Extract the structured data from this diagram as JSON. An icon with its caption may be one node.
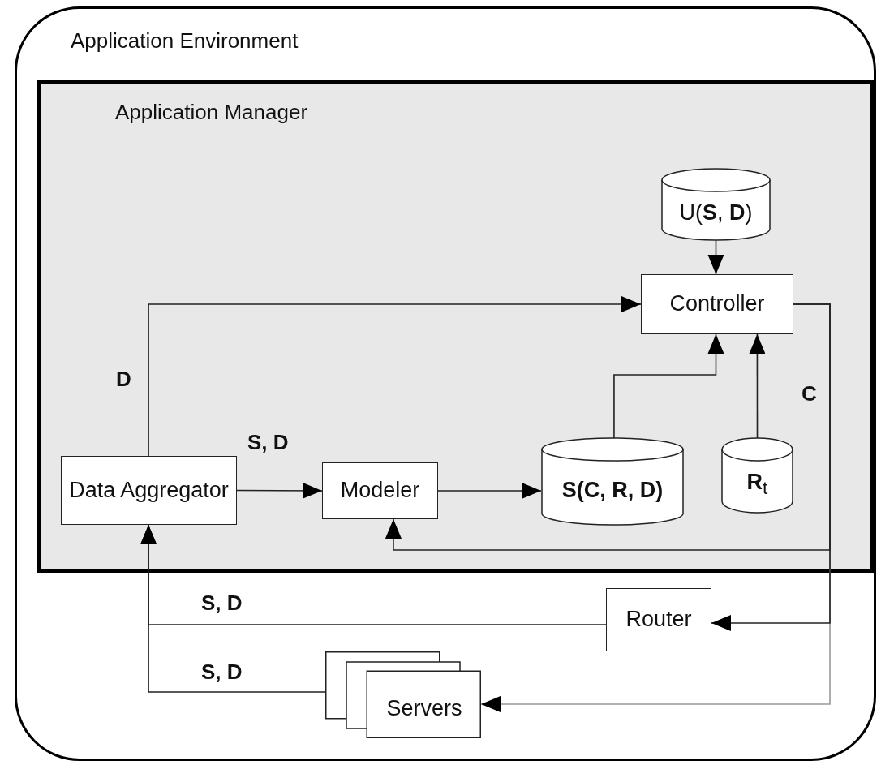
{
  "diagram": {
    "nodes": [
      {
        "text": [
          "Application Environment"
        ]
      },
      {
        "text": [
          "Application Manager"
        ],
        "in": 0
      },
      {
        "text": [
          "U(**S**, **D**)"
        ],
        "in": 1
      },
      {
        "text": [
          "Controller"
        ],
        "in": 1
      },
      {
        "text": [
          "Data Aggregator"
        ],
        "in": 1
      },
      {
        "text": [
          "Modeler"
        ],
        "in": 1
      },
      {
        "text": [
          "S(C, R, D)"
        ],
        "in": 1
      },
      {
        "text": [
          "**R**$_{t}$"
        ],
        "in": 1
      },
      {
        "text": [
          "Router"
        ],
        "in": 0
      },
      {
        "text": [
          "Servers"
        ],
        "in": 0
      }
    ],
    "edges": [
      {
        "from": 2,
        "to": 3,
        "arrow": "to"
      },
      {
        "from": 4,
        "to": 3,
        "arrow": "to",
        "label": "D"
      },
      {
        "from": 4,
        "to": 5,
        "arrow": "to",
        "label": "S, D"
      },
      {
        "from": 5,
        "to": 6,
        "arrow": "to"
      },
      {
        "from": 6,
        "to": 3,
        "arrow": "to"
      },
      {
        "from": 7,
        "to": 3,
        "arrow": "to"
      },
      {
        "from": 3,
        "to": 5,
        "arrow": "to",
        "label": "C"
      },
      {
        "from": 3,
        "to": 8,
        "arrow": "to"
      },
      {
        "from": 3,
        "to": 9,
        "arrow": "to",
        "color": "#999999"
      },
      {
        "from": 8,
        "to": 4,
        "arrow": "to",
        "label": "S, D"
      },
      {
        "from": 9,
        "to": 4,
        "arrow": "to",
        "label": "S, D"
      }
    ]
  }
}
